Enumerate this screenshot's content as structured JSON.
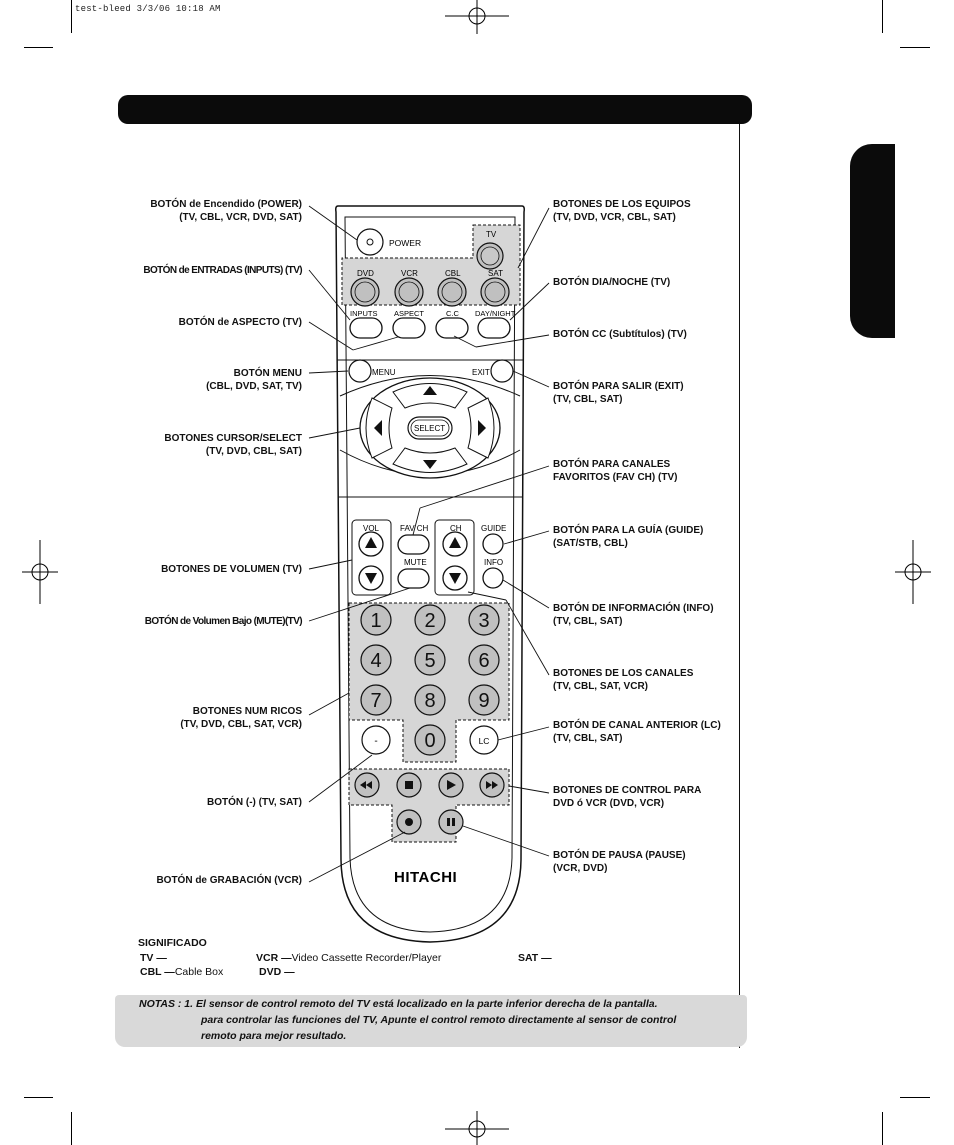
{
  "slug": "test-bleed  3/3/06  10:18 AM",
  "remote": {
    "power": "POWER",
    "tv": "TV",
    "dvd": "DVD",
    "vcr": "VCR",
    "cbl": "CBL",
    "sat": "SAT",
    "inputs": "INPUTS",
    "aspect": "ASPECT",
    "cc": "C.C",
    "day_night": "DAY/NIGHT",
    "menu": "MENU",
    "exit": "EXIT",
    "select": "SELECT",
    "vol": "VOL",
    "fav_ch": "FAV CH",
    "ch": "CH",
    "guide": "GUIDE",
    "mute": "MUTE",
    "info": "INFO",
    "num_1": "1",
    "num_2": "2",
    "num_3": "3",
    "num_4": "4",
    "num_5": "5",
    "num_6": "6",
    "num_7": "7",
    "num_8": "8",
    "num_9": "9",
    "num_0": "0",
    "dash": "-",
    "lc": "LC",
    "brand": "HITACHI"
  },
  "left_labels": {
    "power_1": "BOTÓN de Encendido (POWER)",
    "power_2": "(TV, CBL, VCR, DVD, SAT)",
    "inputs": "BOTÓN de ENTRADAS (INPUTS) (TV)",
    "aspect": "BOTÓN de ASPECTO (TV)",
    "menu_1": "BOTÓN MENU",
    "menu_2": "(CBL, DVD, SAT, TV)",
    "cursor_1": "BOTONES CURSOR/SELECT",
    "cursor_2": "(TV, DVD, CBL, SAT)",
    "volume": "BOTONES DE VOLUMEN (TV)",
    "mute": "BOTÓN de Volumen Bajo (MUTE)(TV)",
    "numeric_1": "BOTONES NUM   RICOS",
    "numeric_2": "(TV, DVD, CBL, SAT, VCR)",
    "dash": "BOTÓN (-)  (TV, SAT)",
    "record": "BOTÓN de GRABACIÓN (VCR)"
  },
  "right_labels": {
    "equipment_1": "BOTONES  DE  LOS  EQUIPOS",
    "equipment_2": "(TV, DVD, VCR, CBL, SAT)",
    "day_night": "BOTÓN DIA/NOCHE (TV)",
    "cc": "BOTÓN CC (Subtítulos) (TV)",
    "exit_1": "BOTÓN PARA SALIR (EXIT)",
    "exit_2": "(TV, CBL, SAT)",
    "fav_1": "BOTÓN PARA CANALES",
    "fav_2": "FAVORITOS (FAV CH) (TV)",
    "guide_1": "BOTÓN PARA LA GUÍA (GUIDE)",
    "guide_2": "(SAT/STB, CBL)",
    "info_1": "BOTÓN DE INFORMACIÓN (INFO)",
    "info_2": "(TV, CBL, SAT)",
    "channels_1": "BOTONES DE LOS CANALES",
    "channels_2": "(TV, CBL, SAT, VCR)",
    "lc_1": "BOTÓN DE CANAL ANTERIOR (LC)",
    "lc_2": "(TV, CBL, SAT)",
    "control_1": "BOTONES DE CONTROL PARA",
    "control_2": "DVD ó VCR (DVD, VCR)",
    "pause_1": "BOTÓN DE PAUSA (PAUSE)",
    "pause_2": "(VCR, DVD)"
  },
  "legend": {
    "title": "SIGNIFICADO",
    "tv_key": "TV —",
    "vcr_key": "VCR —",
    "vcr_value": "Video Cassette Recorder/Player",
    "sat_key": "SAT —",
    "cbl_key": "CBL —",
    "cbl_value": "Cable Box",
    "dvd_key": "DVD —"
  },
  "notes": {
    "lead": "NOTAS :  1.  El sensor  de control remoto del TV está localizado en la parte inferior derecha de la pantalla.",
    "line2": "para controlar las funciones del TV, Apunte el control remoto directamente al sensor de control",
    "line3": "remoto para mejor resultado."
  }
}
